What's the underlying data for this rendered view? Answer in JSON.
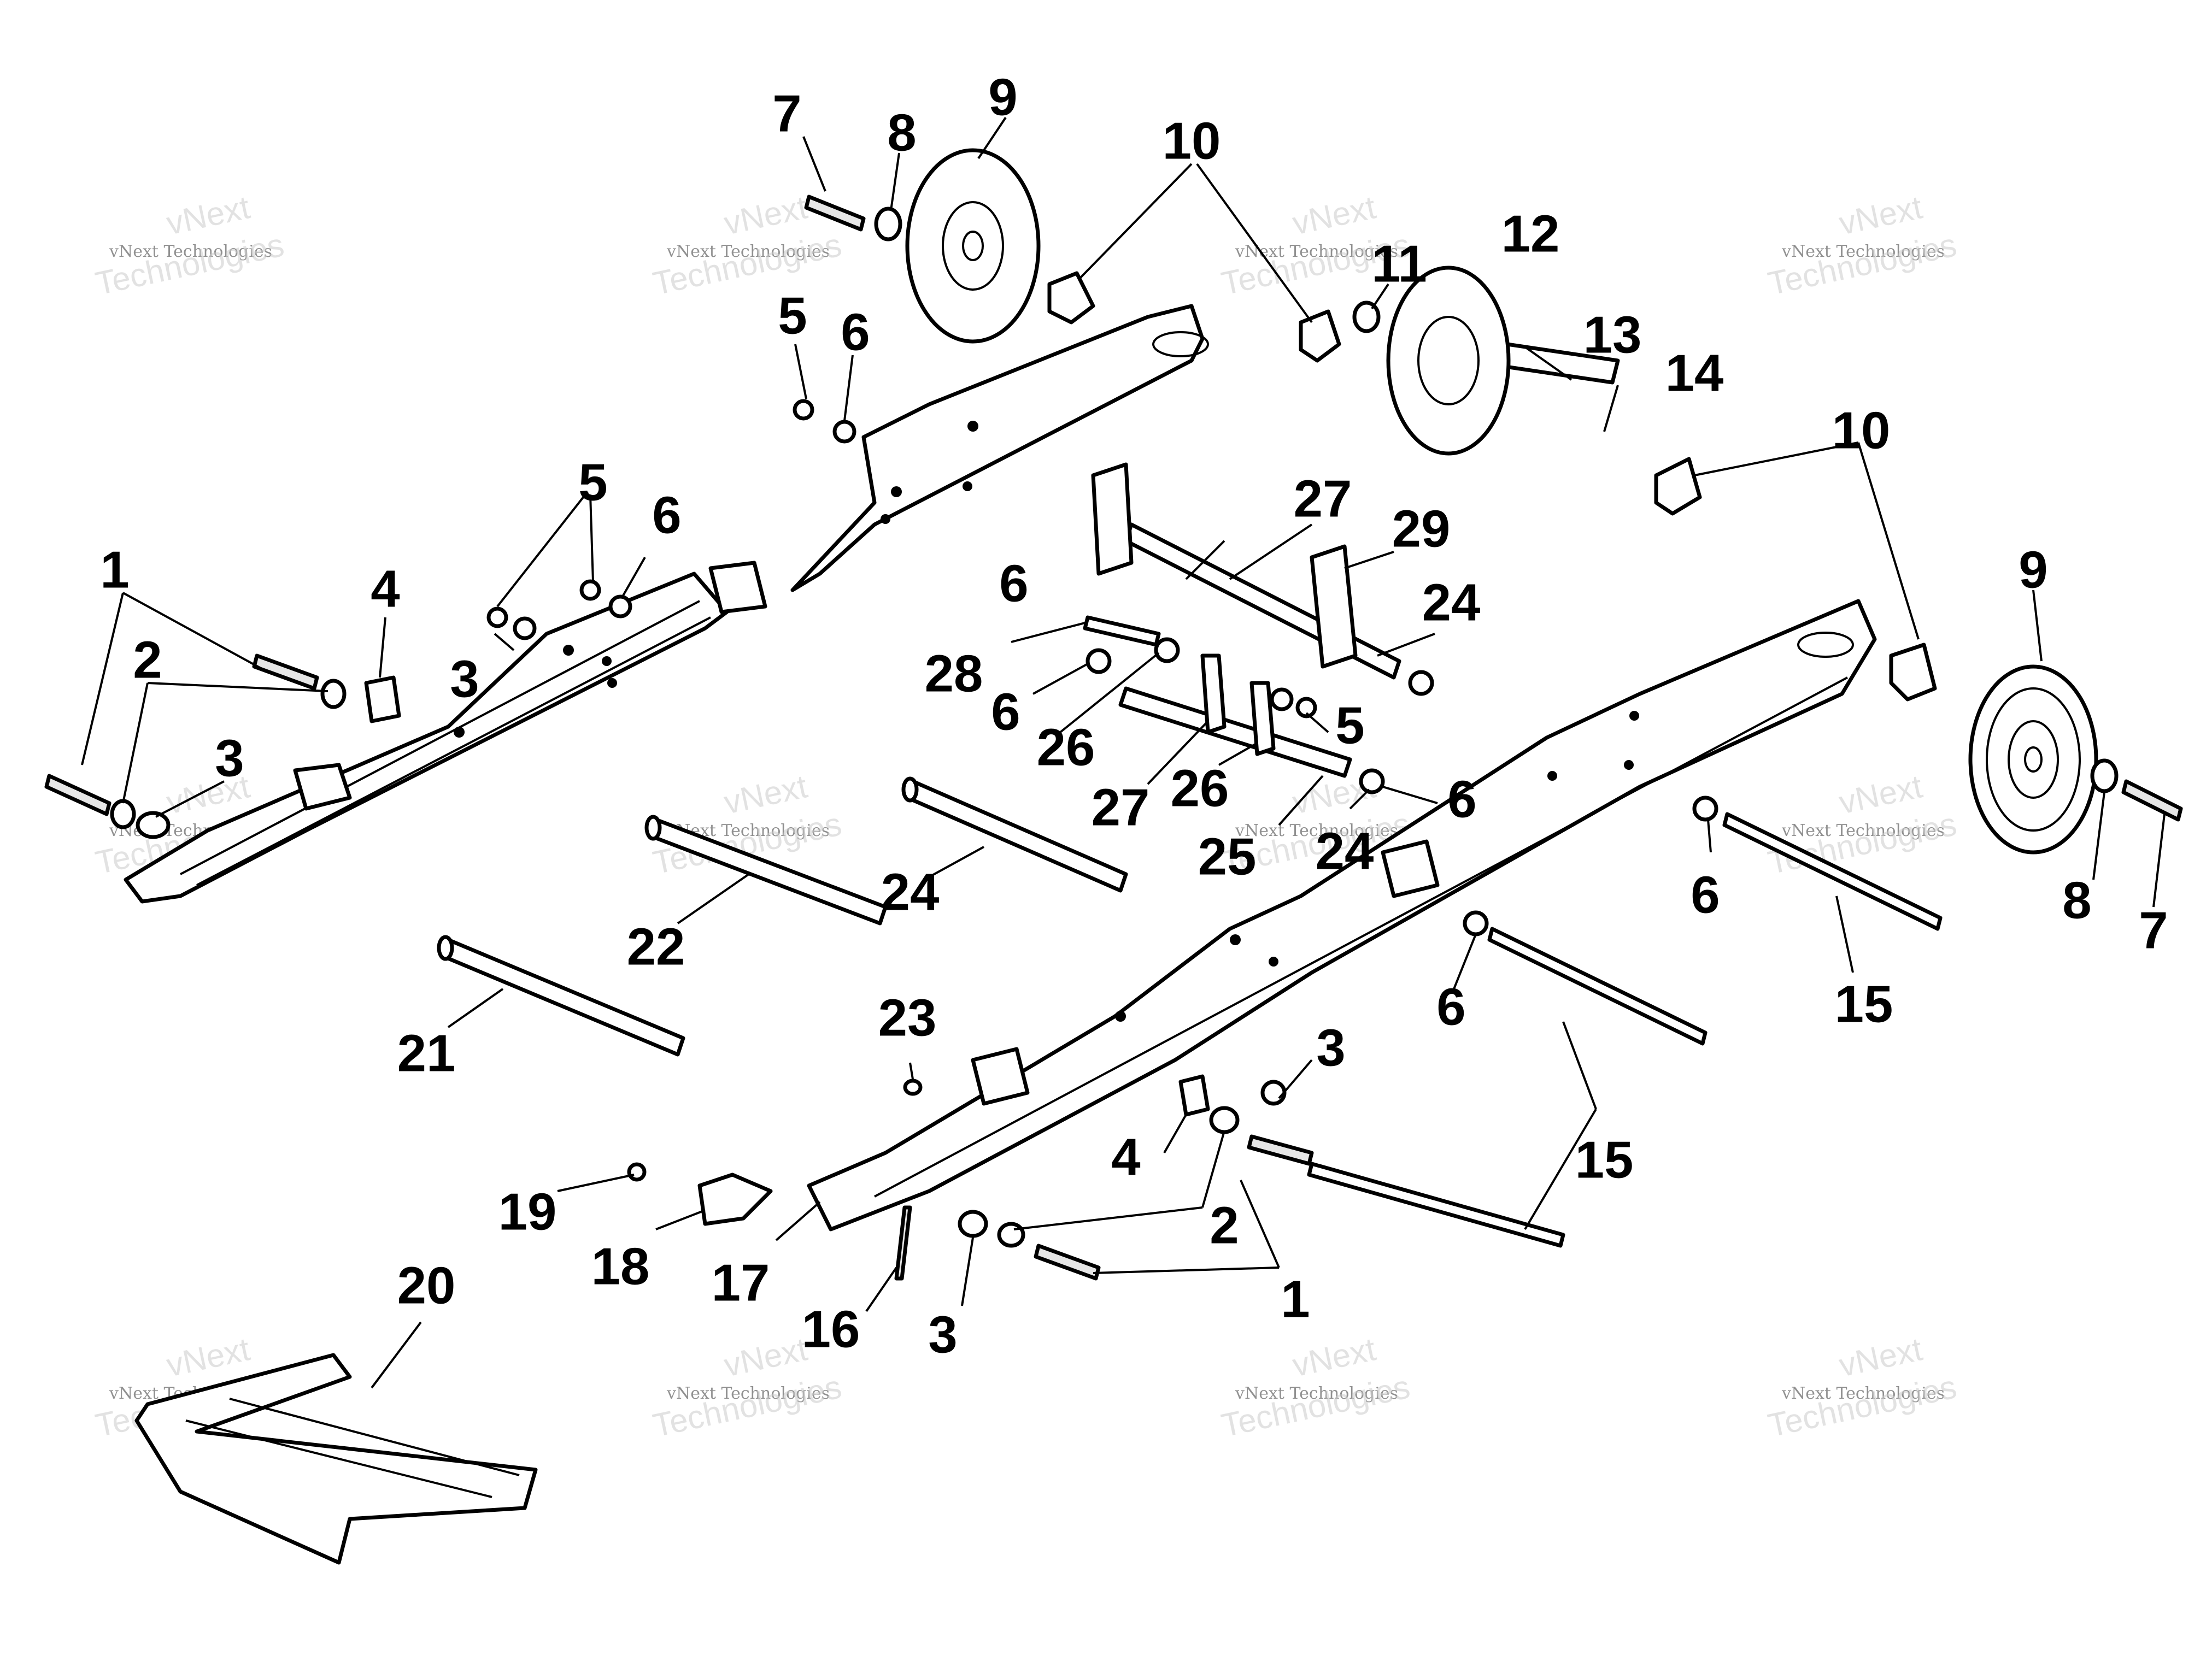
{
  "callouts": [
    {
      "id": "c7a",
      "label": "7"
    },
    {
      "id": "c8a",
      "label": "8"
    },
    {
      "id": "c9a",
      "label": "9"
    },
    {
      "id": "c10a",
      "label": "10"
    },
    {
      "id": "c5a",
      "label": "5"
    },
    {
      "id": "c6a",
      "label": "6"
    },
    {
      "id": "c11",
      "label": "11"
    },
    {
      "id": "c12",
      "label": "12"
    },
    {
      "id": "c13",
      "label": "13"
    },
    {
      "id": "c14",
      "label": "14"
    },
    {
      "id": "c10b",
      "label": "10"
    },
    {
      "id": "c9b",
      "label": "9"
    },
    {
      "id": "c5b",
      "label": "5"
    },
    {
      "id": "c6b",
      "label": "6"
    },
    {
      "id": "c27a",
      "label": "27"
    },
    {
      "id": "c29",
      "label": "29"
    },
    {
      "id": "c1a",
      "label": "1"
    },
    {
      "id": "c4a",
      "label": "4"
    },
    {
      "id": "c3a",
      "label": "3"
    },
    {
      "id": "c6c",
      "label": "6"
    },
    {
      "id": "c24a",
      "label": "24"
    },
    {
      "id": "c2a",
      "label": "2"
    },
    {
      "id": "c3b",
      "label": "3"
    },
    {
      "id": "c28",
      "label": "28"
    },
    {
      "id": "c6d",
      "label": "6"
    },
    {
      "id": "c26a",
      "label": "26"
    },
    {
      "id": "c5c",
      "label": "5"
    },
    {
      "id": "c27b",
      "label": "27"
    },
    {
      "id": "c26b",
      "label": "26"
    },
    {
      "id": "c6e",
      "label": "6"
    },
    {
      "id": "c25",
      "label": "25"
    },
    {
      "id": "c24b",
      "label": "24"
    },
    {
      "id": "c6f",
      "label": "6"
    },
    {
      "id": "c8b",
      "label": "8"
    },
    {
      "id": "c7b",
      "label": "7"
    },
    {
      "id": "c24c",
      "label": "24"
    },
    {
      "id": "c22",
      "label": "22"
    },
    {
      "id": "c15a",
      "label": "15"
    },
    {
      "id": "c6g",
      "label": "6"
    },
    {
      "id": "c21",
      "label": "21"
    },
    {
      "id": "c23",
      "label": "23"
    },
    {
      "id": "c3c",
      "label": "3"
    },
    {
      "id": "c4b",
      "label": "4"
    },
    {
      "id": "c15b",
      "label": "15"
    },
    {
      "id": "c2b",
      "label": "2"
    },
    {
      "id": "c19",
      "label": "19"
    },
    {
      "id": "c18",
      "label": "18"
    },
    {
      "id": "c17",
      "label": "17"
    },
    {
      "id": "c1b",
      "label": "1"
    },
    {
      "id": "c16",
      "label": "16"
    },
    {
      "id": "c3d",
      "label": "3"
    },
    {
      "id": "c20",
      "label": "20"
    }
  ],
  "watermark": {
    "line1": "vNext Technologies",
    "line2": "vNext",
    "line3": "Technologies"
  }
}
